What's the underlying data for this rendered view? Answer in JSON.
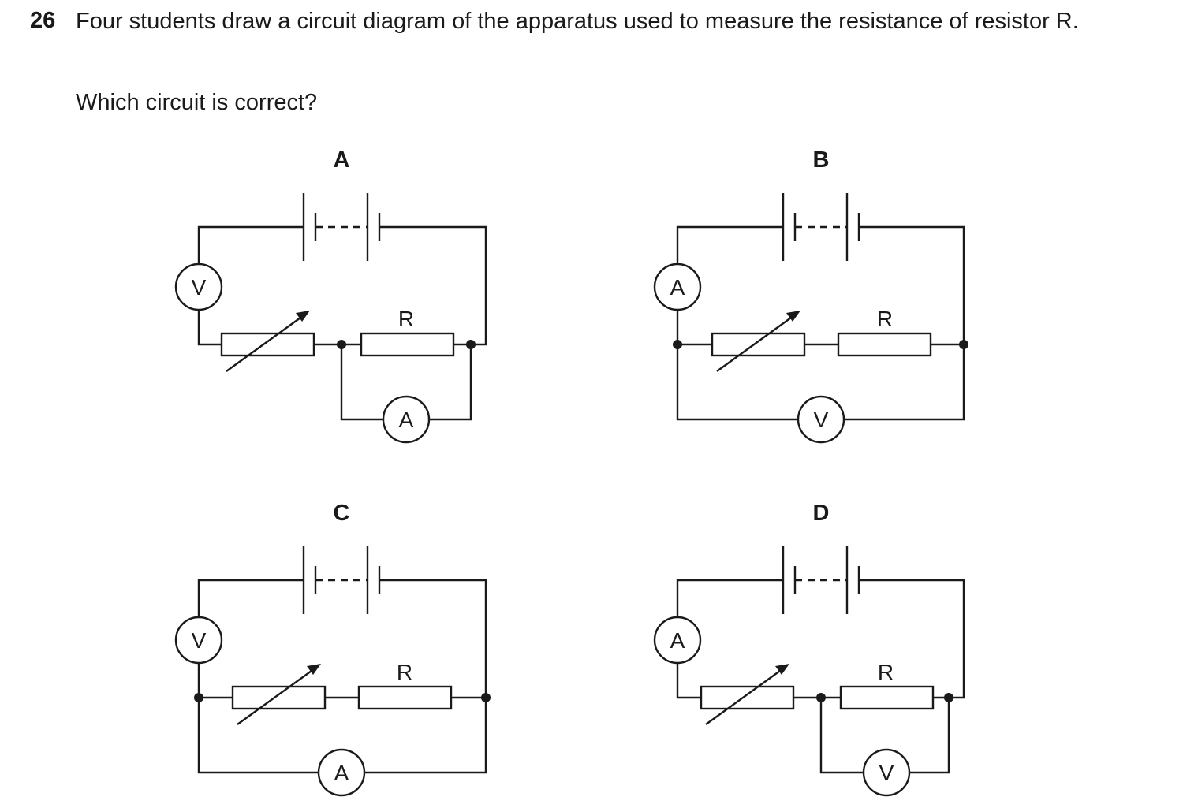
{
  "question": {
    "number": "26",
    "text": "Four students draw a circuit diagram of the apparatus used to measure the resistance of resistor R.",
    "prompt": "Which circuit is correct?"
  },
  "options": [
    {
      "letter": "A",
      "left_meter": "V",
      "bottom_meter": "A",
      "resistor_label": "R"
    },
    {
      "letter": "B",
      "left_meter": "A",
      "bottom_meter": "V",
      "resistor_label": "R"
    },
    {
      "letter": "C",
      "left_meter": "V",
      "bottom_meter": "A",
      "resistor_label": "R"
    },
    {
      "letter": "D",
      "left_meter": "A",
      "bottom_meter": "V",
      "resistor_label": "R"
    }
  ]
}
